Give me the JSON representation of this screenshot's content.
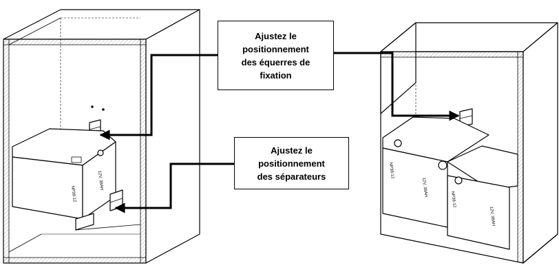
{
  "callouts": {
    "brackets": {
      "lines": [
        "Ajustez le",
        "positionnement",
        "des équerres de",
        "fixation"
      ]
    },
    "separators": {
      "lines": [
        "Ajustez le",
        "positionnement",
        "des séparateurs"
      ]
    }
  },
  "battery_labels": {
    "left_model": "NP38-12",
    "left_rating": "12V, 38AH",
    "right_model_a": "NP38-12",
    "right_rating_a": "12V, 38AH",
    "right_model_b": "NP38-12",
    "right_rating_b": "12V, 38AH"
  },
  "colors": {
    "line": "#000000",
    "background": "#ffffff"
  }
}
